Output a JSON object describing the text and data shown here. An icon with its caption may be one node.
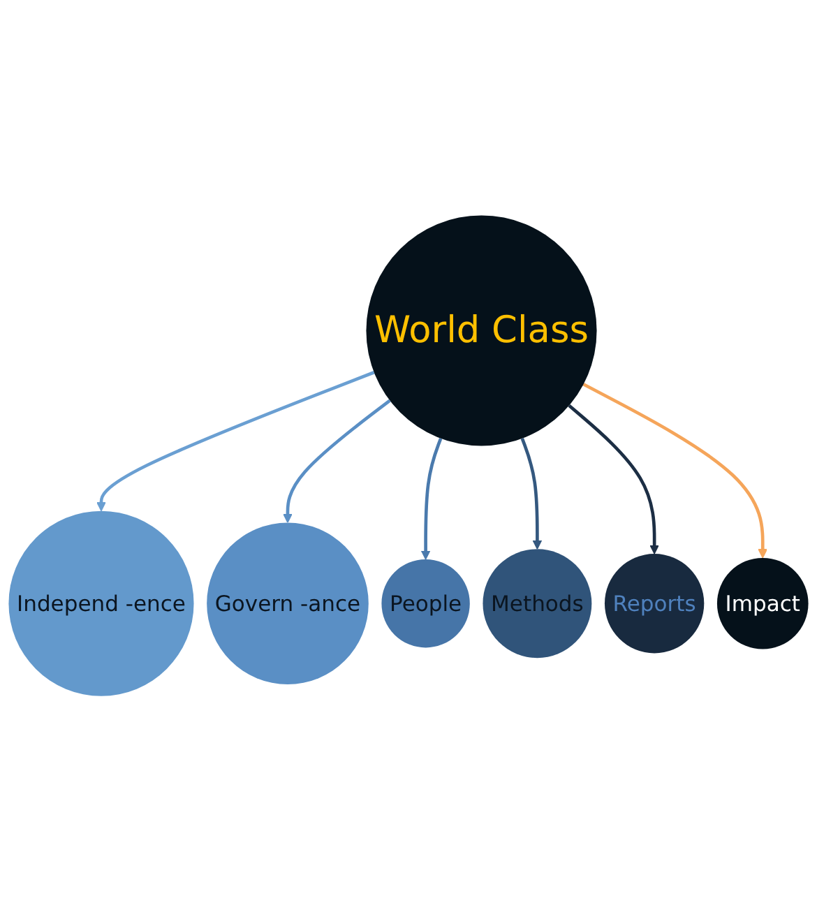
{
  "diagram": {
    "nodes": [
      {
        "text": [
          "World Class"
        ]
      },
      {
        "text": [
          "Independ -ence"
        ]
      },
      {
        "text": [
          "Govern -ance"
        ]
      },
      {
        "text": [
          "People"
        ]
      },
      {
        "text": [
          "Methods"
        ]
      },
      {
        "text": [
          "Reports"
        ]
      },
      {
        "text": [
          "Impact"
        ]
      }
    ],
    "edges": [
      {
        "from": 0,
        "to": 1,
        "arrow": "to",
        "color": "#6a9fd2"
      },
      {
        "from": 0,
        "to": 2,
        "arrow": "to",
        "color": "#5a8fc5"
      },
      {
        "from": 0,
        "to": 3,
        "arrow": "to",
        "color": "#4a7aad"
      },
      {
        "from": 0,
        "to": 4,
        "arrow": "to",
        "color": "#34587f"
      },
      {
        "from": 0,
        "to": 5,
        "arrow": "to",
        "color": "#1c2e44"
      },
      {
        "from": 0,
        "to": 6,
        "arrow": "to",
        "color": "#f5a55a"
      }
    ]
  }
}
